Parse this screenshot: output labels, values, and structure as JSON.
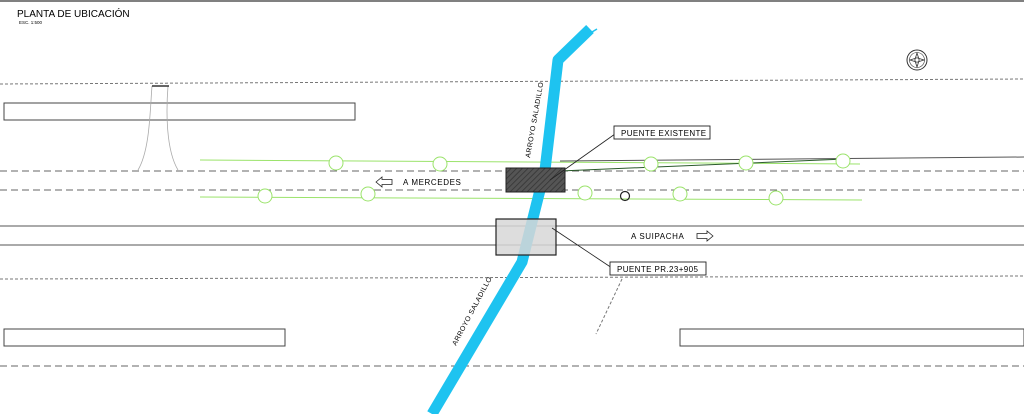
{
  "title": "PLANTA DE UBICACIÓN",
  "scale": "ESC. 1:500",
  "labels": {
    "to_mercedes": "A  MERCEDES",
    "to_suipacha": "A  SUIPACHA",
    "bridge_existing": "PUENTE  EXISTENTE",
    "bridge_new": "PUENTE  PR.23+905",
    "river_top": "ARROYO  SALADILLO",
    "river_bottom": "ARROYO  SALADILLO"
  },
  "colors": {
    "river": "#1ec3f0",
    "vegetation": "#9be36b",
    "existing_bridge": "#555555",
    "new_bridge": "#d7d7d7"
  },
  "icons": {
    "north": "north-arrow-icon",
    "arrow_left": "arrow-left-icon",
    "arrow_right": "arrow-right-icon"
  }
}
